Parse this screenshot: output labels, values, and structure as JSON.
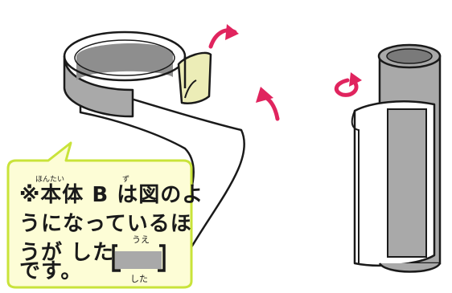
{
  "note": {
    "line1": "※本体 B は図のよ",
    "line1_ruby_hontai": "ほんたい",
    "line1_ruby_zu": "ず",
    "line2": "うになっているほ",
    "line3": "うが した",
    "line4": "です。",
    "mini_top_label": "うえ",
    "mini_bottom_label": "した"
  },
  "colors": {
    "outline": "#1a1a1a",
    "arrow": "#e0245e",
    "gray": "#a9a9a9",
    "gray_dark": "#8e8e8e",
    "tab_yellow": "#ecedb7",
    "note_fill": "#fdfdd6",
    "note_border": "#c9e33a"
  }
}
